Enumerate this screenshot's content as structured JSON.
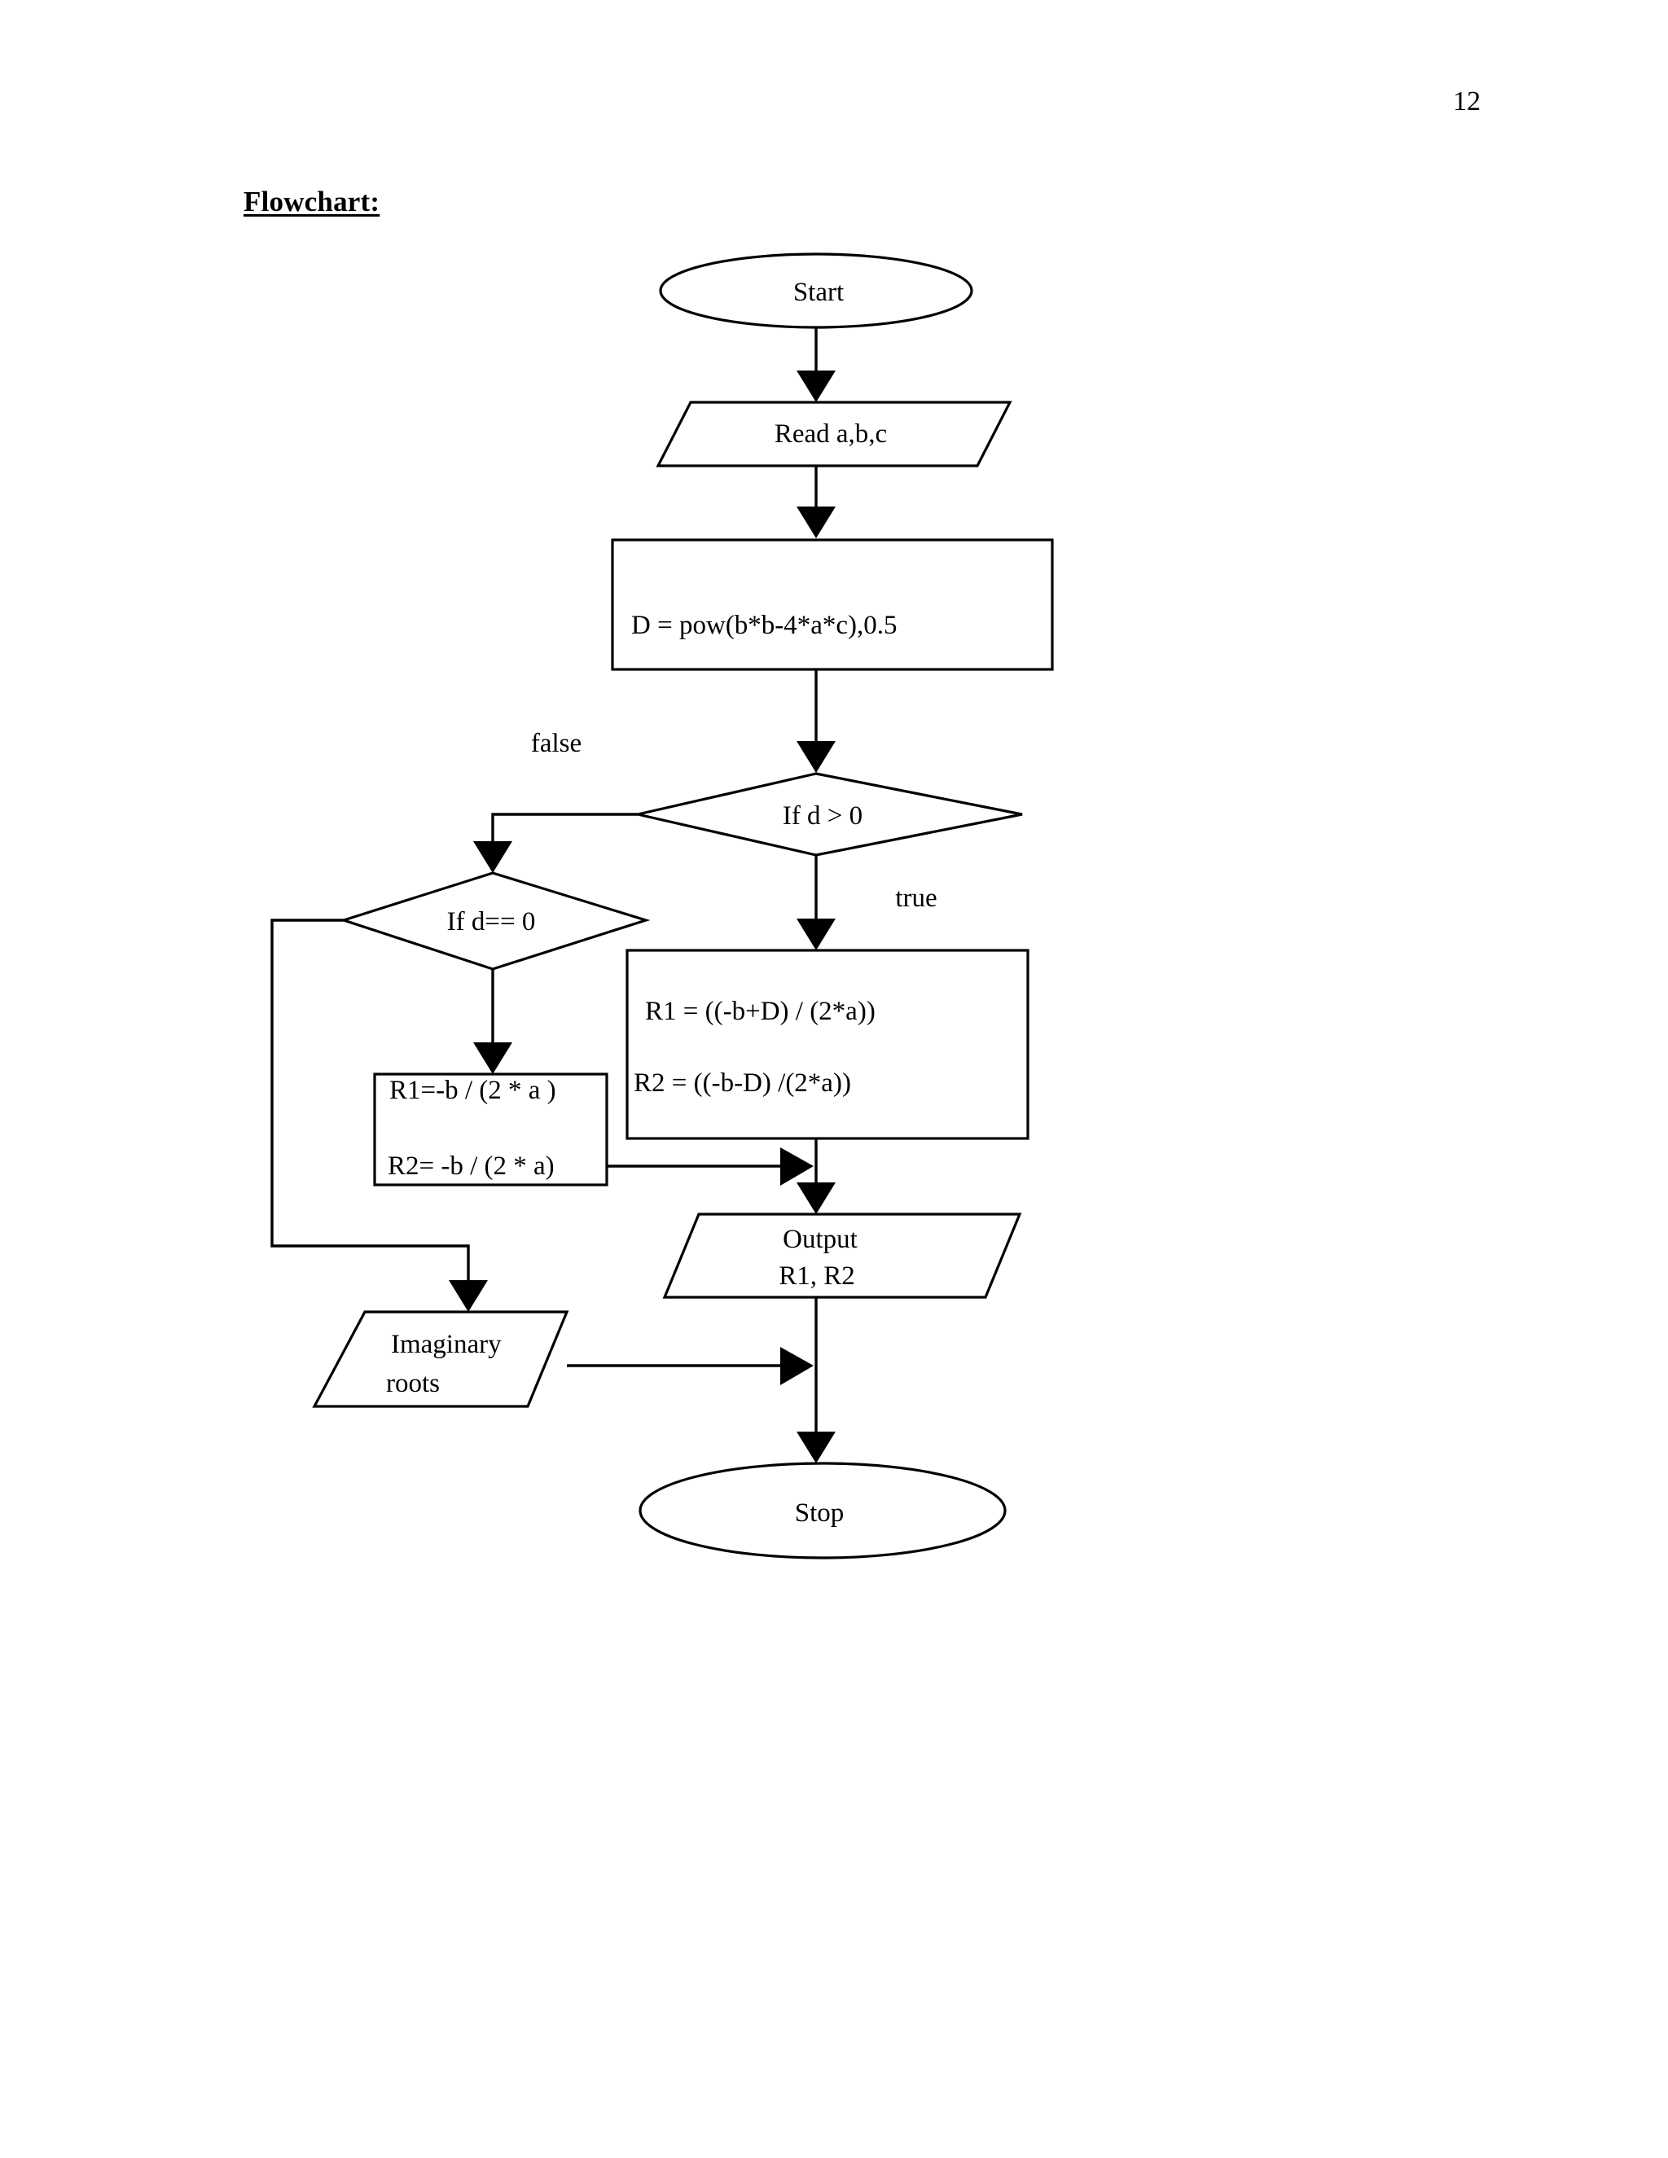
{
  "document": {
    "page_number": "12",
    "section_title": "Flowchart:"
  },
  "chart_data": {
    "type": "diagram",
    "diagram_type": "flowchart",
    "title": "Flowchart:",
    "description": "Flowchart for computing the roots of a quadratic equation",
    "nodes": [
      {
        "id": "start",
        "shape": "oval",
        "label": "Start"
      },
      {
        "id": "read",
        "shape": "parallelogram",
        "label": "Read a,b,c"
      },
      {
        "id": "discr",
        "shape": "rectangle",
        "label": "D = pow(b*b-4*a*c),0.5"
      },
      {
        "id": "if_d_gt_0",
        "shape": "diamond",
        "label": "If  d > 0"
      },
      {
        "id": "if_d_eq_0",
        "shape": "diamond",
        "label": "If  d== 0"
      },
      {
        "id": "real_roots",
        "shape": "rectangle",
        "label_line1": "R1 = ((-b+D) / (2*a))",
        "label_line2": "R2 = ((-b-D) /(2*a))"
      },
      {
        "id": "equal_roots",
        "shape": "rectangle",
        "label_line1": "R1=-b / (2 * a )",
        "label_line2": "R2= -b / (2 * a)"
      },
      {
        "id": "output",
        "shape": "parallelogram",
        "label_line1": "Output",
        "label_line2": "R1, R2"
      },
      {
        "id": "imaginary",
        "shape": "parallelogram",
        "label_line1": "Imaginary",
        "label_line2": "roots"
      },
      {
        "id": "stop",
        "shape": "oval",
        "label": "Stop"
      }
    ],
    "edges": [
      {
        "from": "start",
        "to": "read",
        "label": ""
      },
      {
        "from": "read",
        "to": "discr",
        "label": ""
      },
      {
        "from": "discr",
        "to": "if_d_gt_0",
        "label": ""
      },
      {
        "from": "if_d_gt_0",
        "to": "if_d_eq_0",
        "label": "false"
      },
      {
        "from": "if_d_gt_0",
        "to": "real_roots",
        "label": "true"
      },
      {
        "from": "if_d_eq_0",
        "to": "equal_roots",
        "label": ""
      },
      {
        "from": "if_d_eq_0",
        "to": "imaginary",
        "label": ""
      },
      {
        "from": "real_roots",
        "to": "output",
        "label": ""
      },
      {
        "from": "equal_roots",
        "to": "output",
        "label": ""
      },
      {
        "from": "output",
        "to": "stop",
        "label": ""
      },
      {
        "from": "imaginary",
        "to": "stop",
        "label": ""
      }
    ],
    "edge_labels": {
      "false": "false",
      "true": "true"
    },
    "colors": {
      "stroke": "#000000",
      "fill": "#ffffff",
      "text": "#000000",
      "background": "#ffffff"
    }
  }
}
